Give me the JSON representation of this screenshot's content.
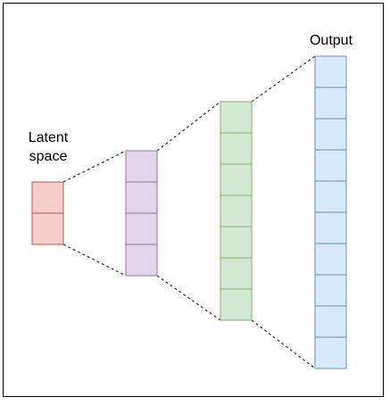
{
  "diagram": {
    "labels": {
      "latent_line1": "Latent",
      "latent_line2": "space",
      "output": "Output"
    },
    "layers": [
      {
        "name": "latent",
        "cells": 2,
        "fill": "#f8cecc",
        "stroke": "#b85450"
      },
      {
        "name": "hidden-1",
        "cells": 4,
        "fill": "#e1d5e7",
        "stroke": "#9673a6"
      },
      {
        "name": "hidden-2",
        "cells": 7,
        "fill": "#d5e8d4",
        "stroke": "#82b366"
      },
      {
        "name": "output",
        "cells": 10,
        "fill": "#dae8fc",
        "stroke": "#6c8ebf"
      }
    ],
    "frame_color": "#000000",
    "connector_color": "#000000"
  }
}
